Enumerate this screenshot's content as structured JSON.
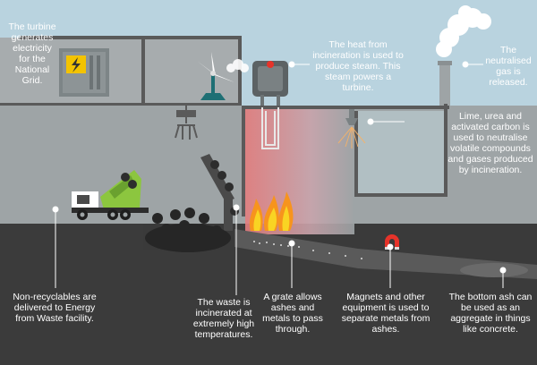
{
  "captions": {
    "turbine": "The turbine generates electricity for the National Grid.",
    "heat": "The heat from incineration is used to produce steam. This steam powers a turbine.",
    "gas": "The neutralised gas is released.",
    "lime": "Lime, urea and activated carbon is used to neutralise volatile compounds and gases produced by incineration.",
    "nonrecyclables": "Non-recyclables are delivered to Energy from Waste facility.",
    "waste": "The waste is incinerated at extremely high temperatures.",
    "grate": "A grate allows ashes and metals to pass through.",
    "magnets": "Magnets and other equipment is used to separate metals from ashes.",
    "bottomash": "The bottom ash can be used as an aggregate in things like concrete."
  },
  "colors": {
    "sky": "#b9d3df",
    "building": "#9ea4a6",
    "ground": "#3b3b3b",
    "outline": "#5a5a5a",
    "truck_bin": "#8cc63f",
    "flame": "#f7941d",
    "magnet": "#e6332a"
  }
}
